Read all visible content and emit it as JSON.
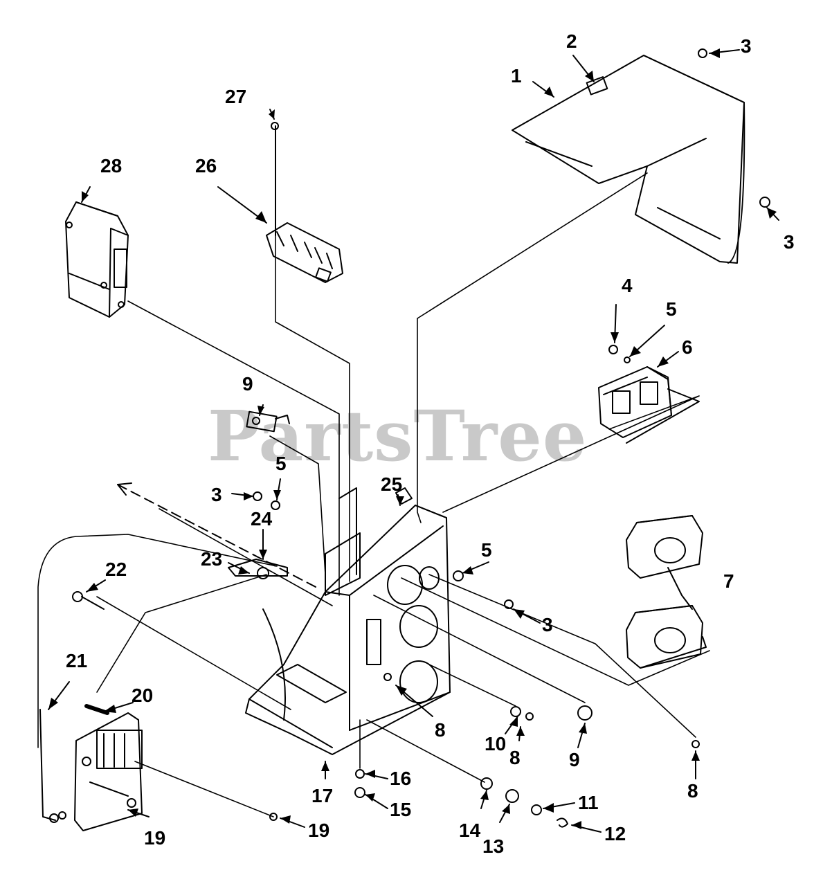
{
  "watermark": "PartsTree",
  "callouts": [
    {
      "id": "c1",
      "label": "1"
    },
    {
      "id": "c2",
      "label": "2"
    },
    {
      "id": "c3a",
      "label": "3"
    },
    {
      "id": "c3b",
      "label": "3"
    },
    {
      "id": "c3c",
      "label": "3"
    },
    {
      "id": "c3d",
      "label": "3"
    },
    {
      "id": "c4",
      "label": "4"
    },
    {
      "id": "c5a",
      "label": "5"
    },
    {
      "id": "c5b",
      "label": "5"
    },
    {
      "id": "c5c",
      "label": "5"
    },
    {
      "id": "c6",
      "label": "6"
    },
    {
      "id": "c7",
      "label": "7"
    },
    {
      "id": "c8a",
      "label": "8"
    },
    {
      "id": "c8b",
      "label": "8"
    },
    {
      "id": "c8c",
      "label": "8"
    },
    {
      "id": "c9a",
      "label": "9"
    },
    {
      "id": "c9b",
      "label": "9"
    },
    {
      "id": "c10",
      "label": "10"
    },
    {
      "id": "c11",
      "label": "11"
    },
    {
      "id": "c12",
      "label": "12"
    },
    {
      "id": "c13",
      "label": "13"
    },
    {
      "id": "c14",
      "label": "14"
    },
    {
      "id": "c15",
      "label": "15"
    },
    {
      "id": "c16",
      "label": "16"
    },
    {
      "id": "c17",
      "label": "17"
    },
    {
      "id": "c19a",
      "label": "19"
    },
    {
      "id": "c19b",
      "label": "19"
    },
    {
      "id": "c20",
      "label": "20"
    },
    {
      "id": "c21",
      "label": "21"
    },
    {
      "id": "c22",
      "label": "22"
    },
    {
      "id": "c23",
      "label": "23"
    },
    {
      "id": "c24",
      "label": "24"
    },
    {
      "id": "c25",
      "label": "25"
    },
    {
      "id": "c26",
      "label": "26"
    },
    {
      "id": "c27",
      "label": "27"
    },
    {
      "id": "c28",
      "label": "28"
    }
  ]
}
